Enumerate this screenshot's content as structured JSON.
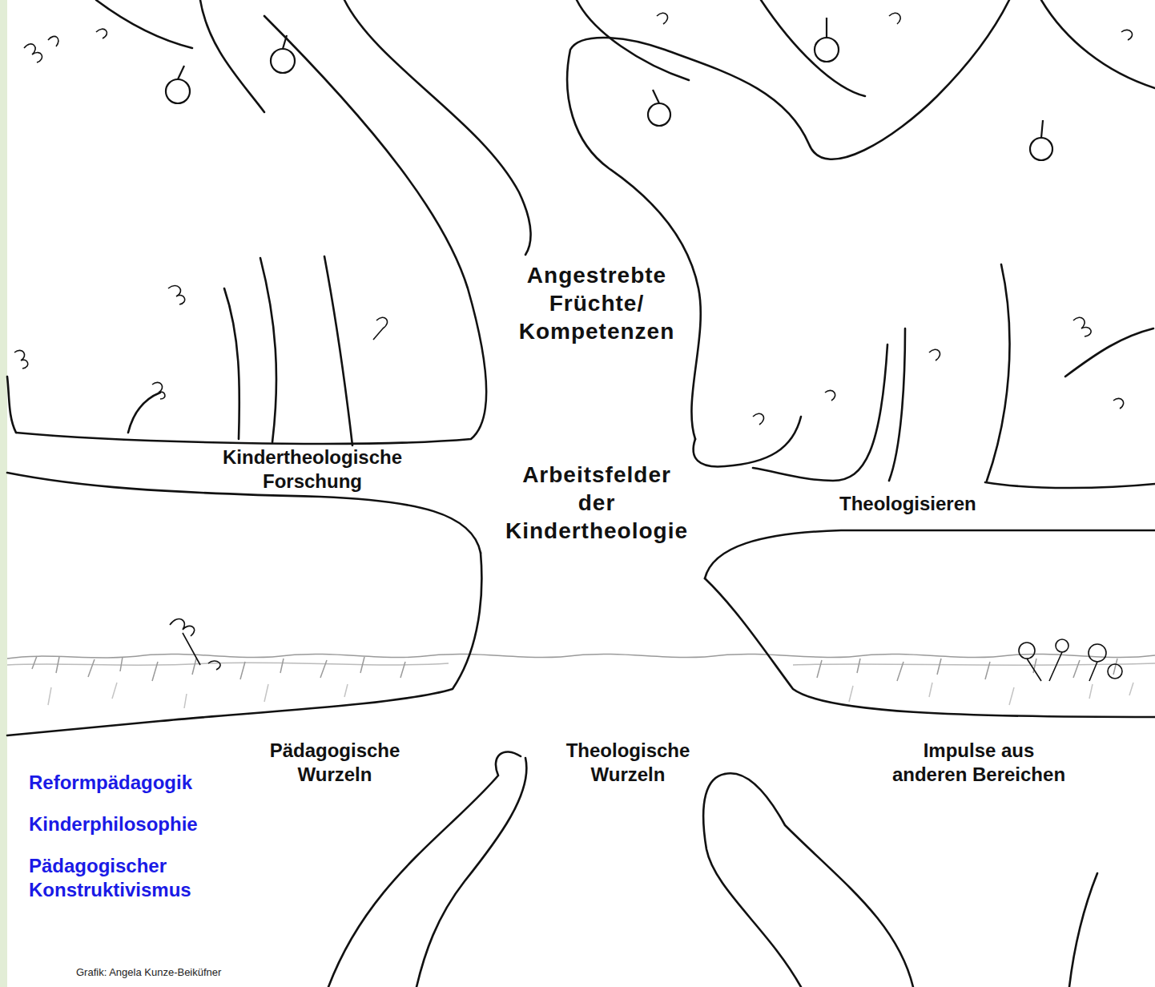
{
  "diagram": {
    "caption": "Grafik: Angela Kunze-Beiküfner",
    "labels": [
      "Angestrebte Früchte/ Kompetenzen",
      "Kindertheologische Forschung",
      "Arbeitsfelder der Kindertheologie",
      "Theologisieren",
      "Pädagogische Wurzeln",
      "Theologische Wurzeln",
      "Impulse aus anderen Bereichen",
      "Reformpädagogik",
      "Kinderphilosophie",
      "Pädagogischer Konstruktivismus"
    ]
  }
}
